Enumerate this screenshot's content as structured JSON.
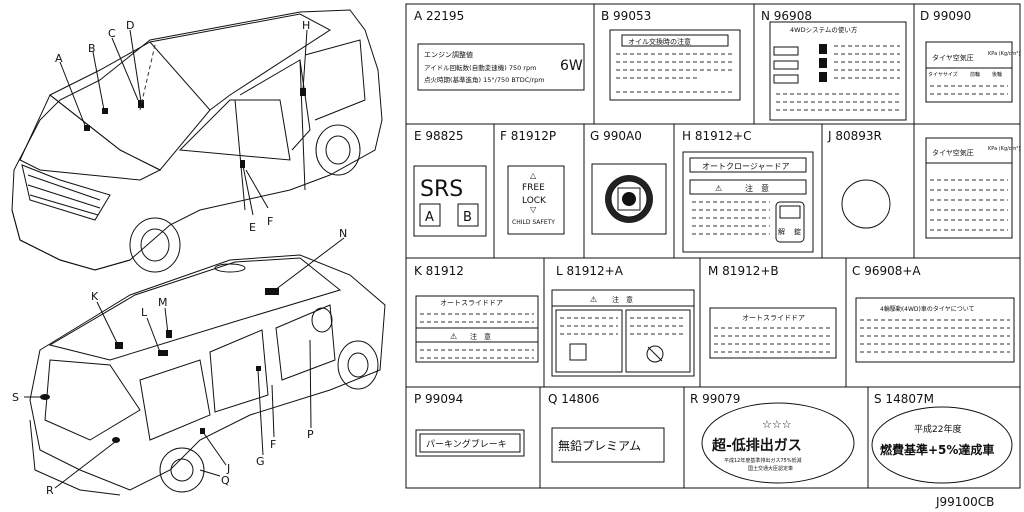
{
  "diagram_id": "J99100CB",
  "vehicle_callouts": {
    "front": [
      "A",
      "B",
      "C",
      "D",
      "H",
      "E",
      "F"
    ],
    "rear": [
      "K",
      "L",
      "M",
      "N",
      "S",
      "R",
      "Q",
      "J",
      "G",
      "F",
      "P"
    ]
  },
  "cells": {
    "A": {
      "code": "A  22195",
      "title": "エンジン調整値",
      "line1": "アイドル回転数(自動変速機)  750 rpm",
      "line2": "点火時期(基準進角)   15°/750 BTDC/rpm",
      "badge": "6W"
    },
    "B": {
      "code": "B  99053",
      "title": "オイル交換時の注意"
    },
    "N": {
      "code": "N  96908",
      "title": "4WDシステムの使い方"
    },
    "D": {
      "code": "D  99090",
      "title_top": "タイヤ空気圧",
      "unit_top": "KPa (Kg/cm²)",
      "row_head": "タイヤサイズ",
      "col1": "前輪",
      "col2": "後輪",
      "title_bottom": "タイヤ空気圧",
      "unit_bottom": "KPa (Kg/cm²)"
    },
    "E": {
      "code": "E  98825",
      "srs": "SRS",
      "left": "A",
      "right": "B"
    },
    "F": {
      "code": "F  81912P",
      "free": "FREE",
      "lock": "LOCK",
      "child": "CHILD SAFETY"
    },
    "G": {
      "code": "G  990A0"
    },
    "H": {
      "code": "H  81912+C",
      "title": "オートクロージャードア",
      "warn": "注　意",
      "step_left": "解",
      "step_right": "錠"
    },
    "J": {
      "code": "J  80893R"
    },
    "K": {
      "code": "K  81912",
      "title": "オートスライドドア",
      "warn": "注　意"
    },
    "L": {
      "code": "L  81912+A",
      "warn": "注　意"
    },
    "M": {
      "code": "M  81912+B",
      "title": "オートスライドドア"
    },
    "C": {
      "code": "C  96908+A",
      "title": "4輪駆動(4WD)車のタイヤについて"
    },
    "P": {
      "code": "P  99094",
      "label": "パーキングブレーキ"
    },
    "Q": {
      "code": "Q  14806",
      "label": "無鉛プレミアム"
    },
    "R": {
      "code": "R  99079",
      "stars": "☆☆☆",
      "main": "超-低排出ガス",
      "sub1": "平成12年度基準排出ガス75%低減",
      "sub2": "国土交通大臣認定車"
    },
    "S": {
      "code": "S  14807M",
      "top": "平成22年度",
      "main": "燃費基準+5%達成車"
    }
  }
}
